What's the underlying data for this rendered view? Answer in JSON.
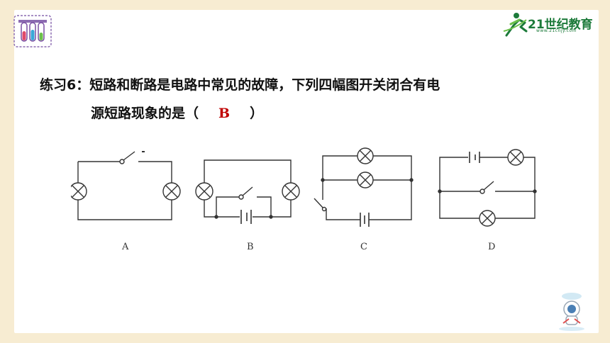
{
  "question": {
    "prefix": "练习6：",
    "line1_rest": "短路和断路是电路中常见的故障，下列四幅图开关闭合有电",
    "line2_start": "源短路现象的是（",
    "answer": "B",
    "line2_end": "）"
  },
  "logo": {
    "name": "21世纪教育",
    "url": "www.21cnjy.com"
  },
  "circuits": {
    "labels": [
      "A",
      "B",
      "C",
      "D"
    ]
  },
  "colors": {
    "background": "#f7ecd2",
    "answer": "#c00000",
    "logo_green": "#1c7a3a"
  }
}
